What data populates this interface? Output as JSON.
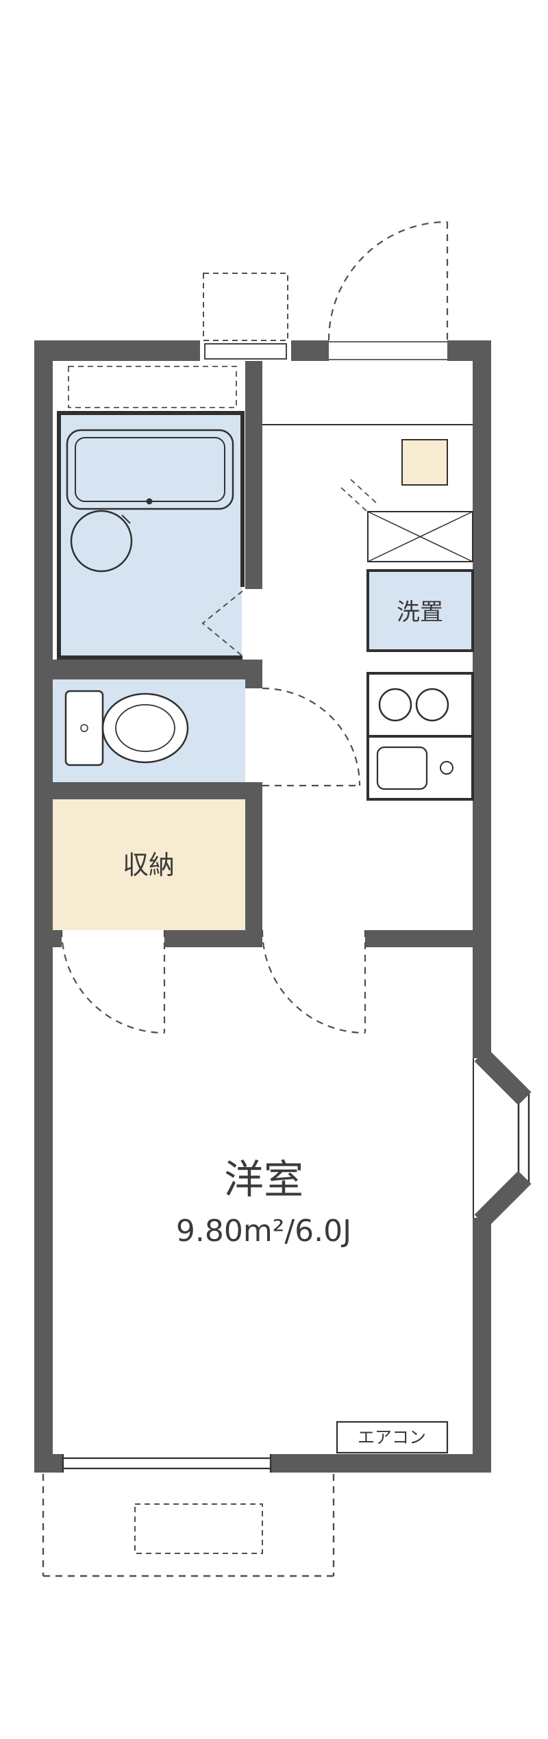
{
  "colors": {
    "wall": "#5b5b5b",
    "water": "#d6e4f2",
    "cream": "#f7ecd1",
    "line": "#303030",
    "dash": "#4f4f4f",
    "text": "#3a3a3a",
    "bg": "#ffffff"
  },
  "floorplan": {
    "living_room": {
      "name": "洋室",
      "area": "9.80m²/6.0J"
    },
    "storage": {
      "label": "収納"
    },
    "laundry": {
      "label": "洗置"
    },
    "aircon": {
      "label": "エアコン"
    }
  }
}
